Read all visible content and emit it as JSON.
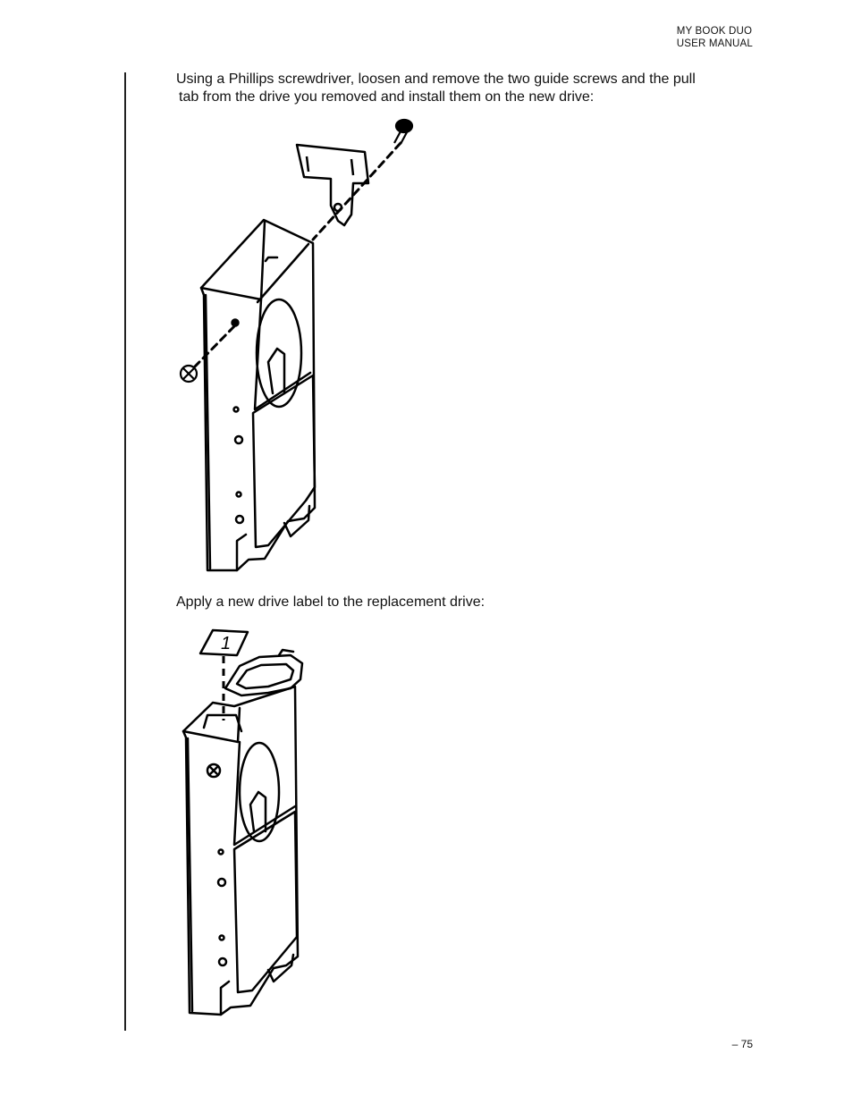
{
  "header": {
    "line1": "MY BOOK DUO",
    "line2": "USER MANUAL"
  },
  "content": {
    "para1_line1": "Using a Phillips screwdriver, loosen and remove the two guide screws and the pull",
    "para1_line2": "tab from the drive you removed and install them on the new drive:",
    "para2": "Apply a new drive label to the replacement drive:"
  },
  "figure2": {
    "label_number": "1"
  },
  "footer": {
    "page_number": "– 75"
  }
}
